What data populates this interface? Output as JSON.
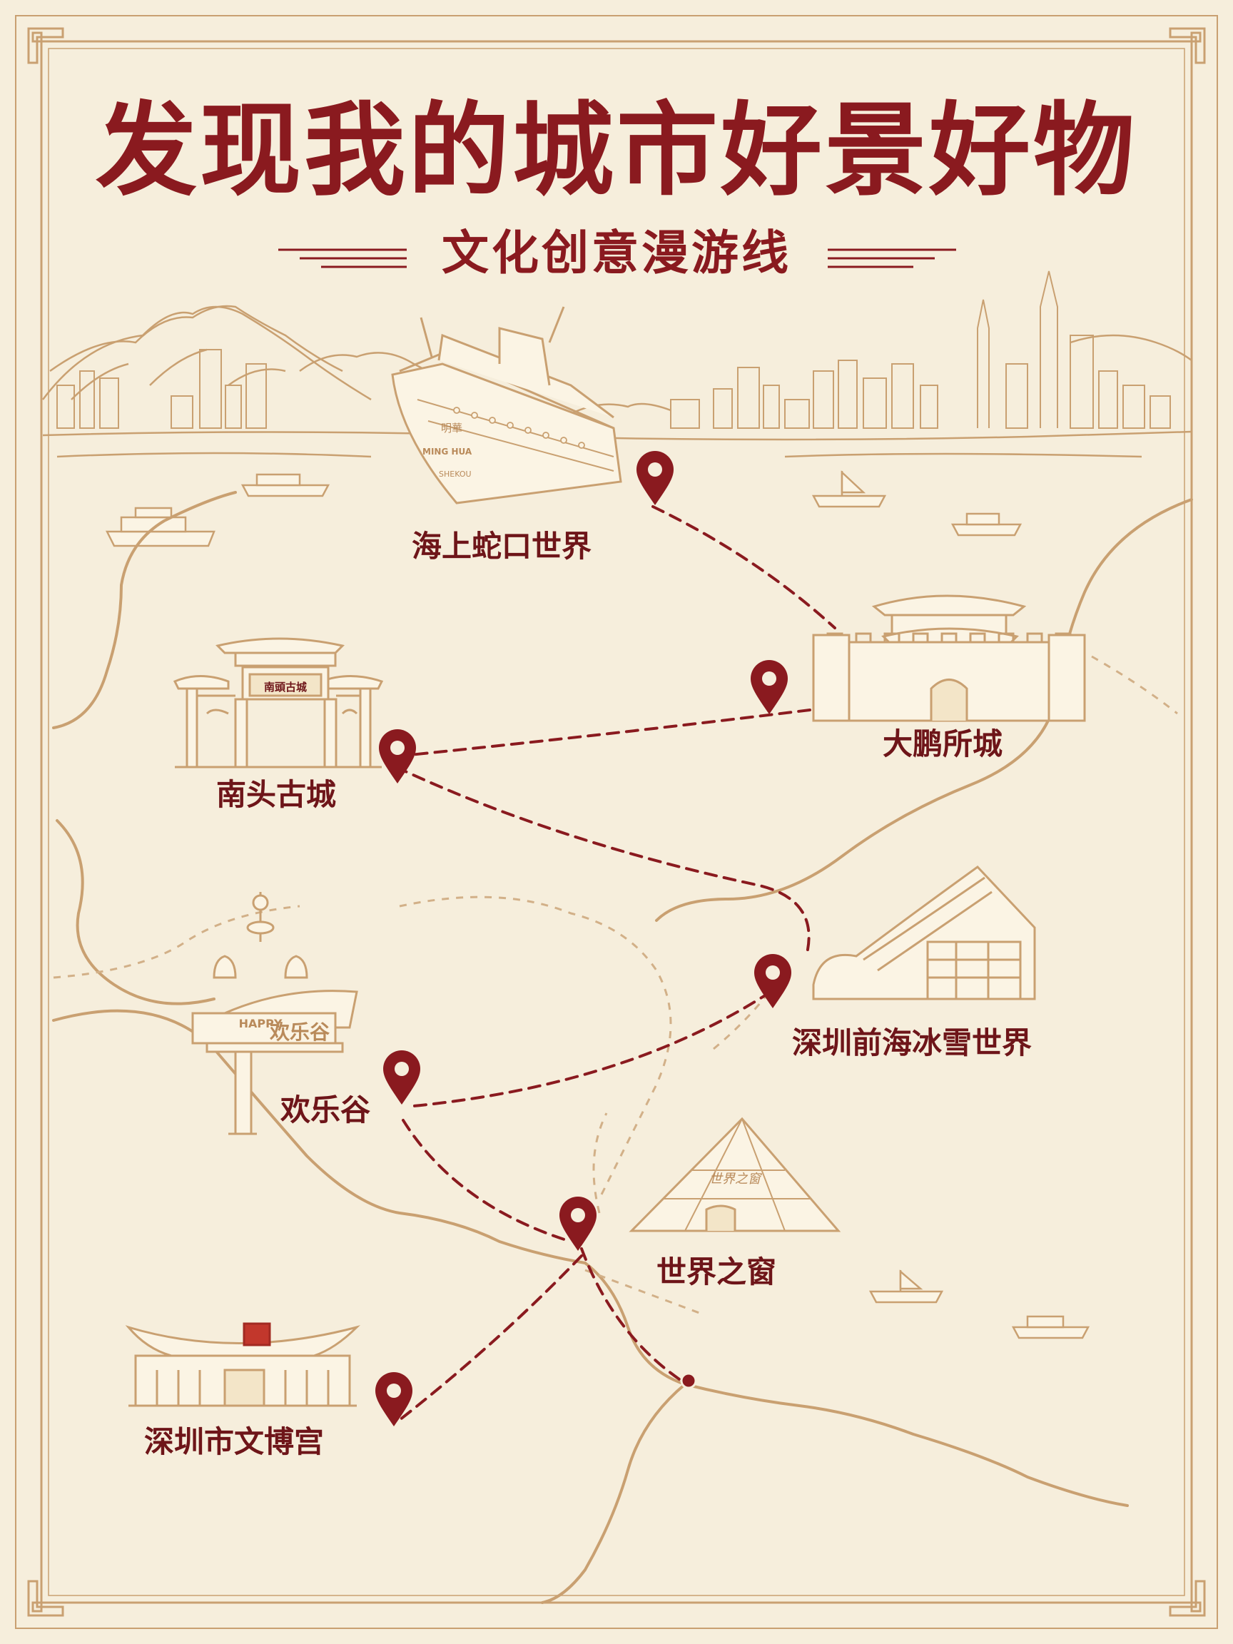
{
  "title": "发现我的城市好景好物",
  "subtitle": "文化创意漫游线",
  "colors": {
    "background": "#f6eedc",
    "line_art": "#c9a071",
    "accent_red": "#8a1a1f",
    "route": "#8a1a1f"
  },
  "landmarks": [
    {
      "id": "shekou",
      "label": "海上蛇口世界",
      "icon": "cruise-ship-icon"
    },
    {
      "id": "dapeng",
      "label": "大鹏所城",
      "icon": "city-wall-gate-icon"
    },
    {
      "id": "nantou",
      "label": "南头古城",
      "icon": "paifang-archway-icon"
    },
    {
      "id": "iceworld",
      "label": "深圳前海冰雪世界",
      "icon": "modern-building-icon"
    },
    {
      "id": "happy",
      "label": "欢乐谷",
      "icon": "amusement-park-icon"
    },
    {
      "id": "window",
      "label": "世界之窗",
      "icon": "pyramid-icon"
    },
    {
      "id": "wenbo",
      "label": "深圳市文博宫",
      "icon": "exhibition-hall-icon"
    }
  ],
  "signage": {
    "ship_name": "MING HUA",
    "ship_chinese": "明華",
    "ship_port": "SHEKOU",
    "nantou_plaque": "南頭古城",
    "happy_sign": "欢乐谷",
    "happy_en": "HAPPY",
    "window_sign": "世界之窗"
  }
}
